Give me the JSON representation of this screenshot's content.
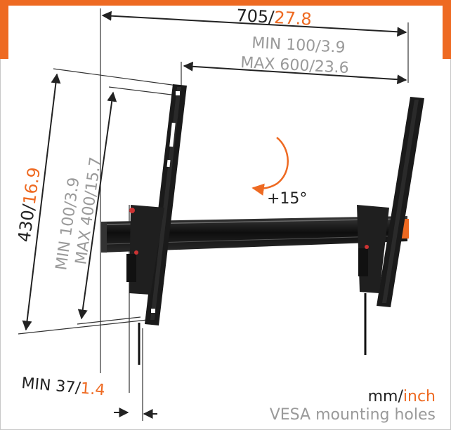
{
  "colors": {
    "accent": "#ee6a22",
    "text_dark": "#222222",
    "text_gray": "#9a9a9a",
    "bracket": "#1a1a1a"
  },
  "dimensions": {
    "width_mm": "705/",
    "width_inch": "27.8",
    "vesa_h_min": "MIN 100/3.9",
    "vesa_h_max": "MAX 600/23.6",
    "height_mm": "430/",
    "height_inch": "16.9",
    "vesa_v_min": "MIN 100/3.9",
    "vesa_v_max": "MAX 400/15.7",
    "tilt": "+15°",
    "depth_mm": "MIN 37/",
    "depth_inch": "1.4"
  },
  "legend": {
    "units_mm": "mm/",
    "units_inch": "inch",
    "caption": "VESA mounting holes"
  },
  "icons": [
    "dimension-arrow",
    "tilt-arrow-icon",
    "wall-bracket"
  ]
}
